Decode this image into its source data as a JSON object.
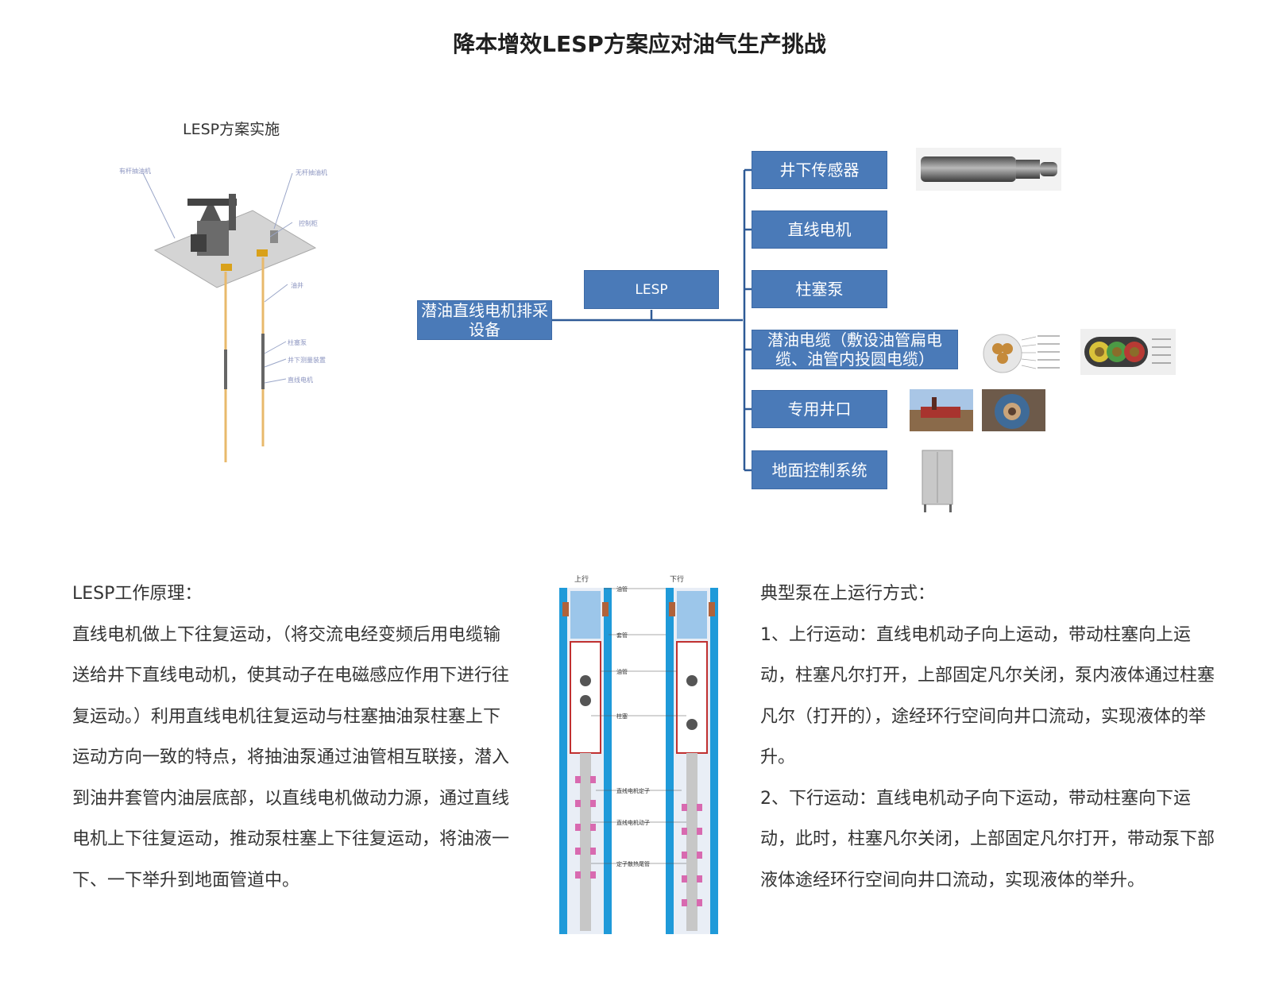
{
  "title": "降本增效LESP方案应对油气生产挑战",
  "implementation": {
    "caption": "LESP方案实施",
    "scene_labels": [
      "有杆抽油机",
      "无杆抽油机",
      "控制柜",
      "油井",
      "柱塞泵",
      "井下测量装置",
      "直线电机"
    ]
  },
  "diagram": {
    "root": "潜油直线电机排采设备",
    "middle": "LESP",
    "branches": [
      {
        "label": "井下传感器",
        "photo": "sensor-photo"
      },
      {
        "label": "直线电机",
        "photo": ""
      },
      {
        "label": "柱塞泵",
        "photo": ""
      },
      {
        "label": "潜油电缆（敷设油管扁电缆、油管内投圆电缆）",
        "photo": "cable-photos"
      },
      {
        "label": "专用井口",
        "photo": "wellhead-photos"
      },
      {
        "label": "地面控制系统",
        "photo": "control-cabinet-photo"
      }
    ],
    "colors": {
      "box": "#4a7ab8",
      "line": "#2e5a96"
    }
  },
  "principle": {
    "heading": "LESP工作原理：",
    "body": "直线电机做上下往复运动，（将交流电经变频后用电缆输送给井下直线电动机，使其动子在电磁感应作用下进行往复运动。）利用直线电机往复运动与柱塞抽油泵柱塞上下运动方向一致的特点，将抽油泵通过油管相互联接，潜入到油井套管内油层底部，以直线电机做动力源，通过直线电机上下往复运动，推动泵柱塞上下往复运动，将油液一下、一下举升到地面管道中。"
  },
  "pump_figure": {
    "up_label": "上行",
    "down_label": "下行",
    "callouts": [
      "油管",
      "套管",
      "油管",
      "柱塞",
      "直线电机定子",
      "直线电机动子",
      "定子散热尾管"
    ]
  },
  "operation": {
    "heading": "典型泵在上运行方式：",
    "step1": "1、上行运动：直线电机动子向上运动，带动柱塞向上运动，柱塞凡尔打开，上部固定凡尔关闭，泵内液体通过柱塞凡尔（打开的），途经环行空间向井口流动，实现液体的举升。",
    "step2": "2、下行运动：直线电机动子向下运动，带动柱塞向下运动，此时，柱塞凡尔关闭，上部固定凡尔打开，带动泵下部液体途经环行空间向井口流动，实现液体的举升。"
  }
}
